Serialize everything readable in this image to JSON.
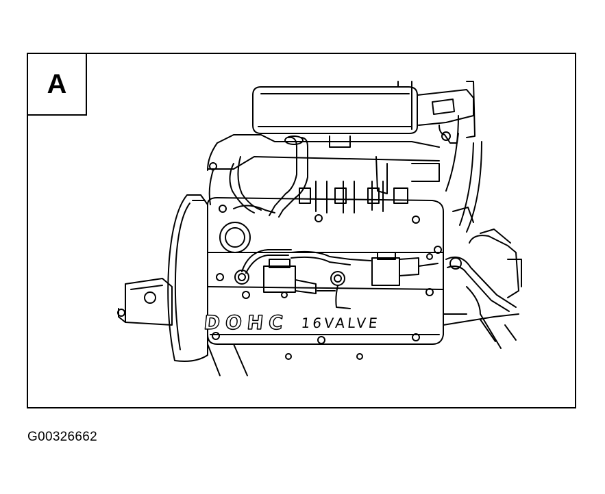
{
  "panel": {
    "label": "A"
  },
  "engine": {
    "cover_text_left": "DOHC",
    "cover_text_right": "16VALVE"
  },
  "figure": {
    "id": "G00326662"
  },
  "colors": {
    "line": "#000000",
    "background": "#ffffff"
  }
}
